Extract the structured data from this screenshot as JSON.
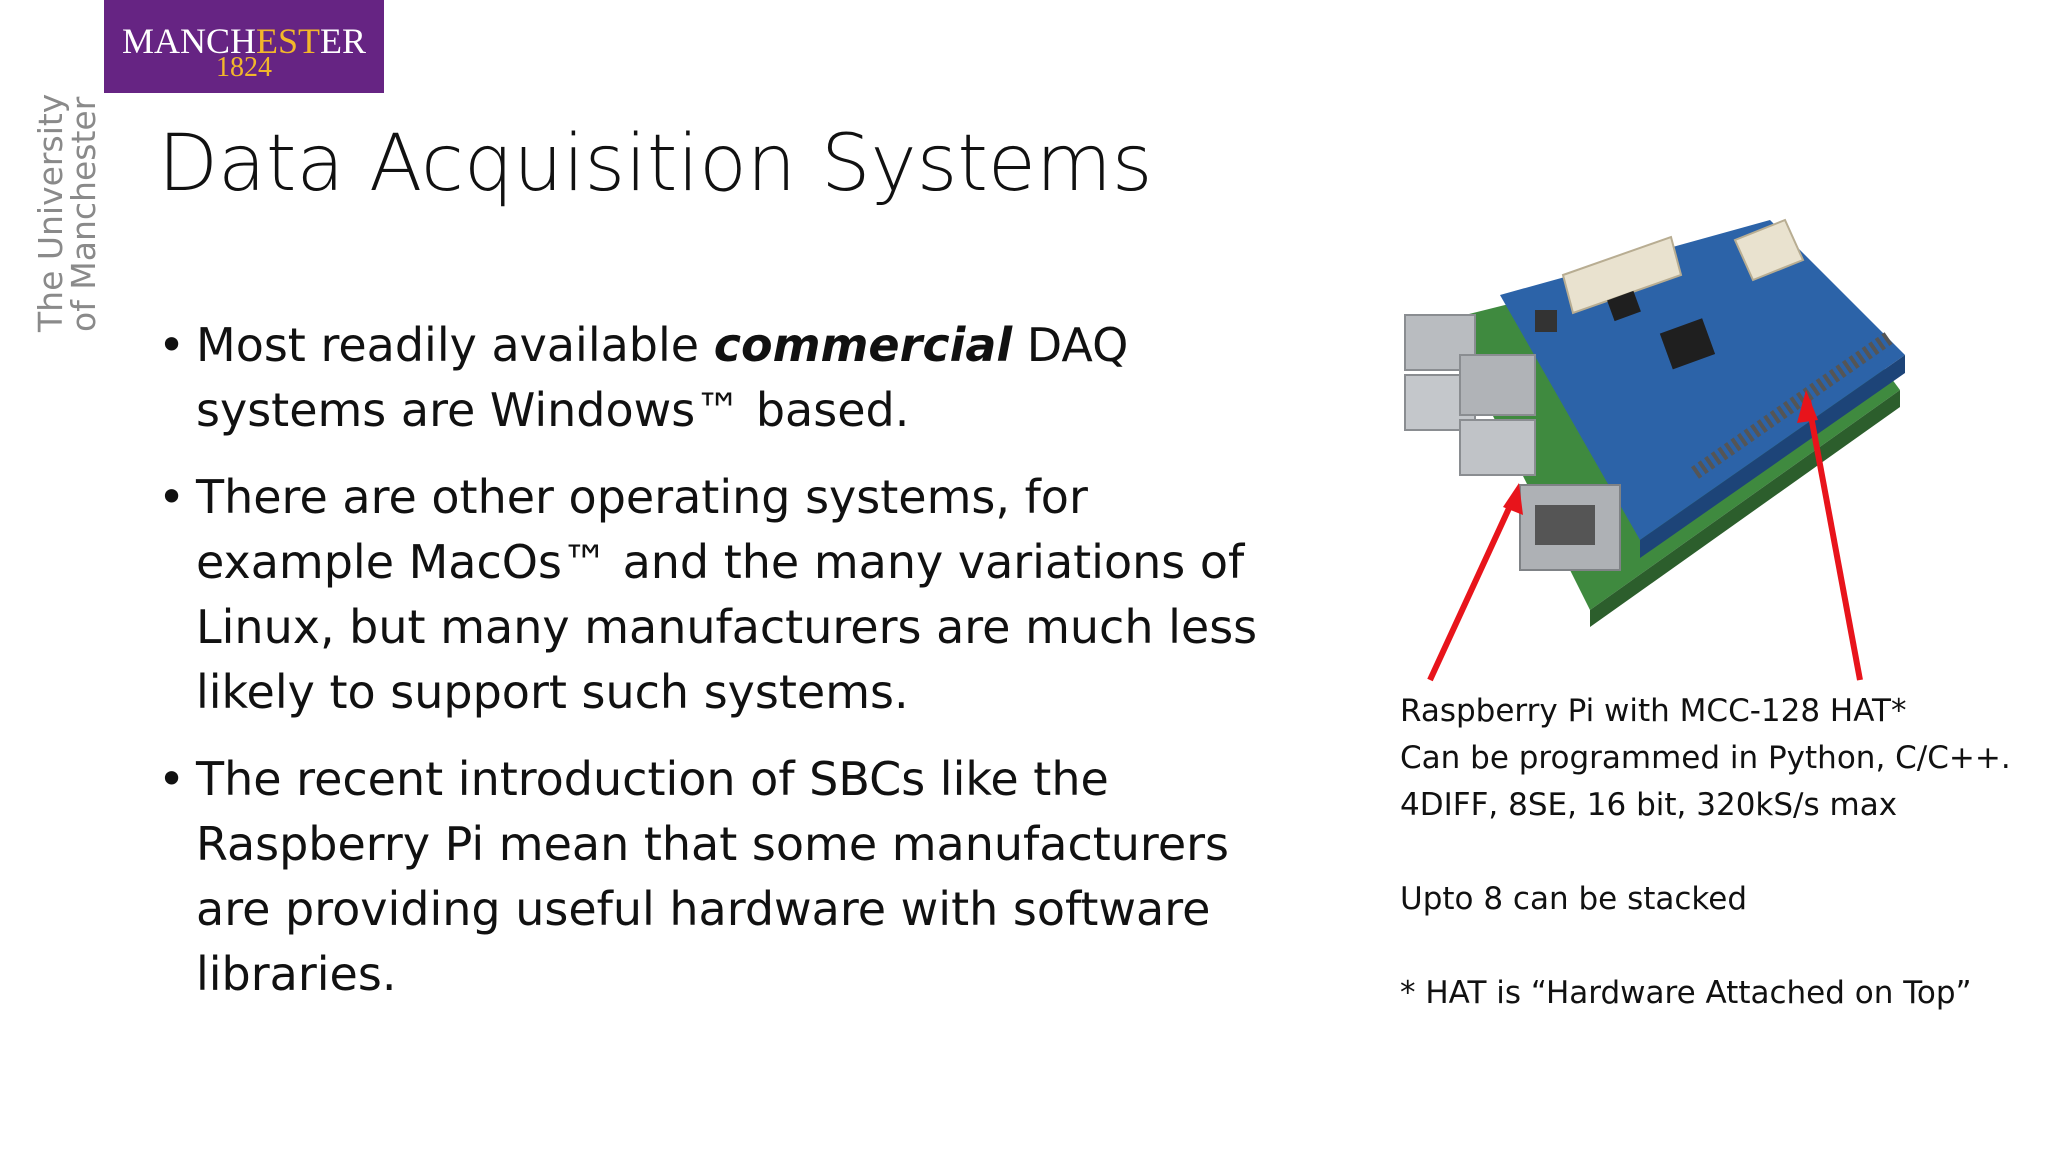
{
  "logo": {
    "name_part1": "MANCH",
    "name_part2": "EST",
    "name_part3": "ER",
    "year": "1824"
  },
  "side_text": {
    "line1": "The University",
    "line2": "of Manchester"
  },
  "title": "Data Acquisition Systems",
  "bullets": {
    "b1": {
      "pre": "Most readily available ",
      "emph": "commercial",
      "post": " DAQ systems are Windows™ based."
    },
    "b2": "There are other operating systems, for example MacOs™ and the many variations of Linux, but many manufacturers are much less likely to support such systems.",
    "b3": "The recent introduction of SBCs like the Raspberry Pi mean that some manufacturers are providing useful hardware with software libraries."
  },
  "caption": {
    "line1": "Raspberry Pi with MCC-128 HAT*",
    "line2": "Can be programmed in Python, C/C++.",
    "line3": "4DIFF, 8SE, 16 bit, 320kS/s max",
    "line4": "Upto 8 can be stacked",
    "line5": "* HAT is “Hardware Attached on Top”"
  },
  "colors": {
    "logo_bg": "#662483",
    "logo_gold": "#f2b72a",
    "arrow": "#e8141b",
    "hat_board": "#2c63a8",
    "pi_board": "#3f8a3f"
  },
  "bullet_glyph": "•"
}
